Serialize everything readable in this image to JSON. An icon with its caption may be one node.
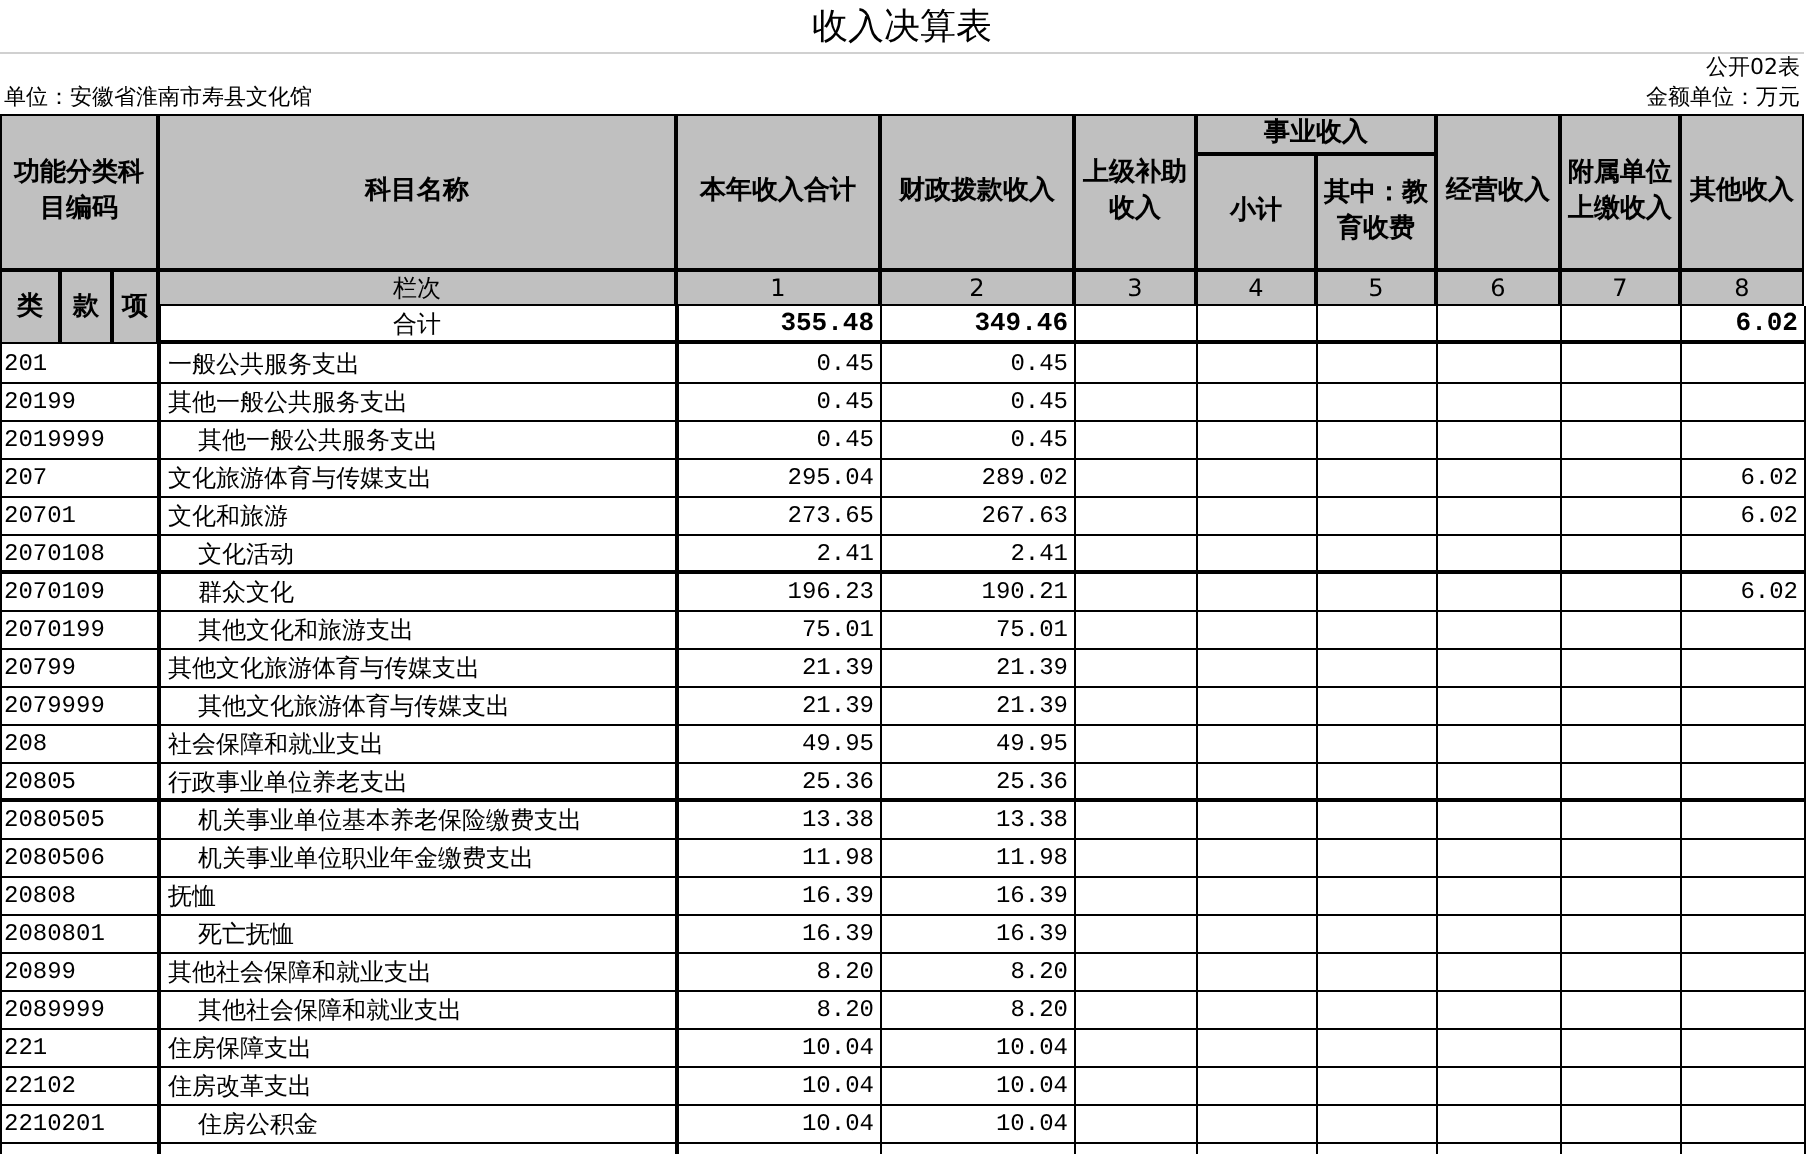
{
  "diagram": {
    "title": "收入决算表",
    "nodes": [
      {
        "text": [
          "合计",
          "355.48",
          "349.46",
          "6.02"
        ]
      },
      {
        "text": [
          "201",
          "一般公共服务支出",
          "0.45",
          "0.45"
        ]
      },
      {
        "text": [
          "20199",
          "其他一般公共服务支出",
          "0.45",
          "0.45"
        ]
      },
      {
        "text": [
          "2019999",
          "其他一般公共服务支出",
          "0.45",
          "0.45"
        ]
      },
      {
        "text": [
          "207",
          "文化旅游体育与传媒支出",
          "295.04",
          "289.02",
          "6.02"
        ]
      },
      {
        "text": [
          "20701",
          "文化和旅游",
          "273.65",
          "267.63",
          "6.02"
        ]
      },
      {
        "text": [
          "2070108",
          "文化活动",
          "2.41",
          "2.41"
        ]
      },
      {
        "text": [
          "2070109",
          "群众文化",
          "196.23",
          "190.21",
          "6.02"
        ]
      },
      {
        "text": [
          "2070199",
          "其他文化和旅游支出",
          "75.01",
          "75.01"
        ]
      },
      {
        "text": [
          "20799",
          "其他文化旅游体育与传媒支出",
          "21.39",
          "21.39"
        ]
      },
      {
        "text": [
          "2079999",
          "其他文化旅游体育与传媒支出",
          "21.39",
          "21.39"
        ]
      },
      {
        "text": [
          "208",
          "社会保障和就业支出",
          "49.95",
          "49.95"
        ]
      },
      {
        "text": [
          "20805",
          "行政事业单位养老支出",
          "25.36",
          "25.36"
        ]
      },
      {
        "text": [
          "2080505",
          "机关事业单位基本养老保险缴费支出",
          "13.38",
          "13.38"
        ]
      },
      {
        "text": [
          "2080506",
          "机关事业单位职业年金缴费支出",
          "11.98",
          "11.98"
        ]
      },
      {
        "text": [
          "20808",
          "抚恤",
          "16.39",
          "16.39"
        ]
      },
      {
        "text": [
          "2080801",
          "死亡抚恤",
          "16.39",
          "16.39"
        ]
      },
      {
        "text": [
          "20899",
          "其他社会保障和就业支出",
          "8.20",
          "8.20"
        ]
      },
      {
        "text": [
          "2089999",
          "其他社会保障和就业支出",
          "8.20",
          "8.20"
        ]
      },
      {
        "text": [
          "221",
          "住房保障支出",
          "10.04",
          "10.04"
        ]
      },
      {
        "text": [
          "22102",
          "住房改革支出",
          "10.04",
          "10.04"
        ]
      },
      {
        "text": [
          "2210201",
          "住房公积金",
          "10.04",
          "10.04"
        ]
      }
    ],
    "labels": [
      "公开02表",
      "单位：安徽省淮南市寿县文化馆",
      "金额单位：万元",
      "功能分类科目编码",
      "科目名称",
      "本年收入合计",
      "财政拨款收入",
      "上级补助收入",
      "事业收入",
      "经营收入",
      "附属单位上缴收入",
      "其他收入",
      "小计",
      "其中：教育收费",
      "类",
      "款",
      "项",
      "栏次",
      "1",
      "2",
      "3",
      "4",
      "5",
      "6",
      "7",
      "8"
    ]
  }
}
